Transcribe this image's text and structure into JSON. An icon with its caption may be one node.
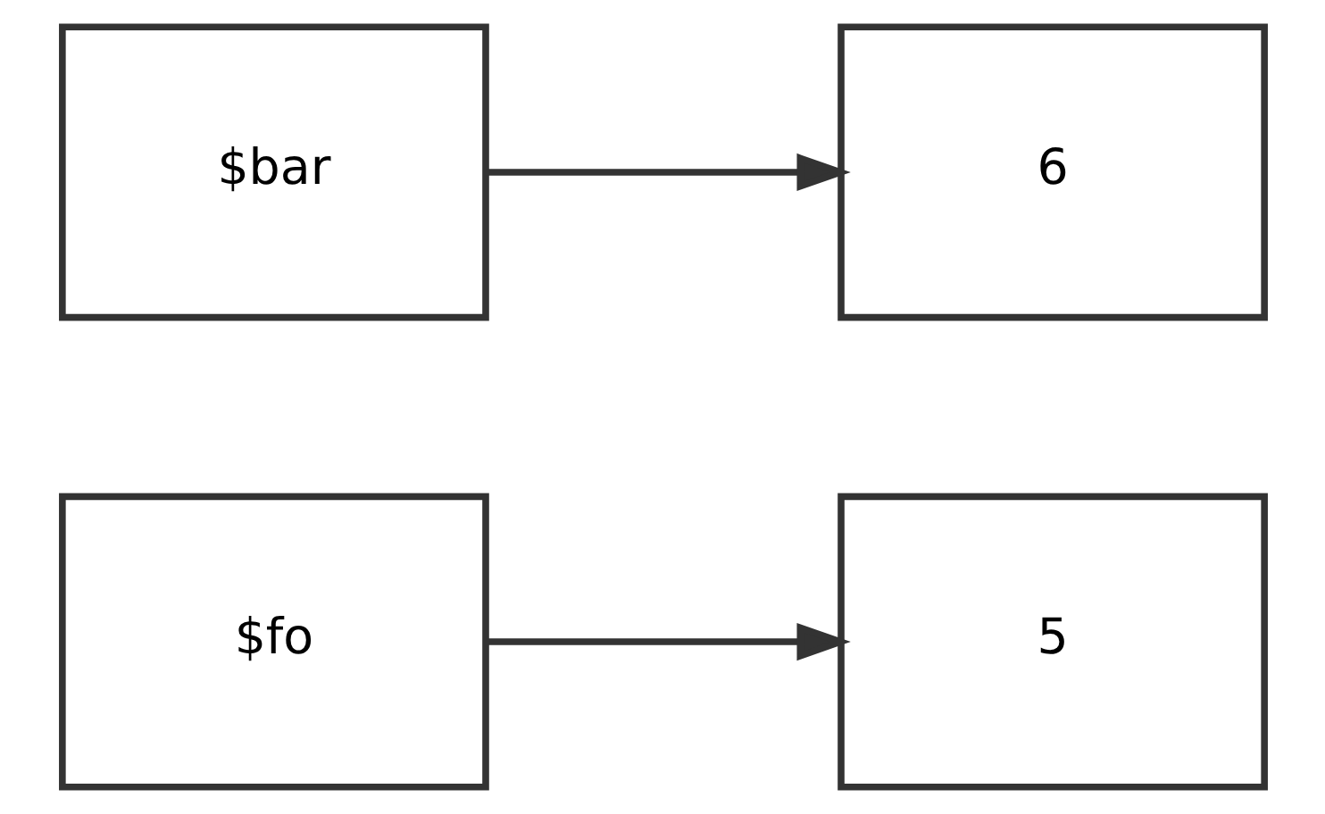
{
  "diagram": {
    "nodes": [
      {
        "text": [
          "$fo"
        ]
      },
      {
        "text": [
          "5"
        ]
      },
      {
        "text": [
          "$bar"
        ]
      },
      {
        "text": [
          "6"
        ]
      }
    ],
    "edges": [
      {
        "from": 0,
        "to": 1,
        "arrow": "to"
      },
      {
        "from": 2,
        "to": 3,
        "arrow": "to"
      }
    ]
  }
}
